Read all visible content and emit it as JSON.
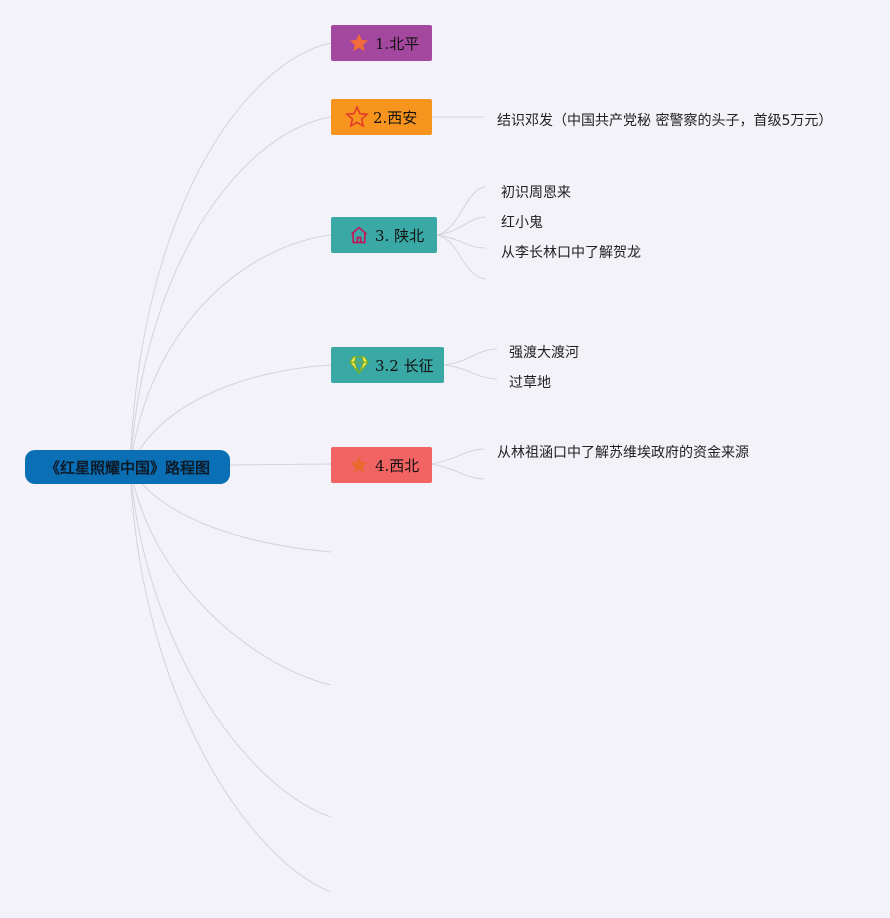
{
  "root": {
    "label": "《红星照耀中国》路程图",
    "color": "#0a6fb5"
  },
  "branches": [
    {
      "label": "1.北平",
      "color": "#a3479f",
      "icon": "star-filled-icon",
      "children": []
    },
    {
      "label": "2.西安",
      "color": "#f7941d",
      "icon": "star-outline-icon",
      "children": [
        "结识邓发（中国共产党秘 密警察的头子，首级5万元）"
      ]
    },
    {
      "label": "3. 陕北",
      "color": "#3aa8a4",
      "icon": "house-icon",
      "children": [
        "初识周恩来",
        "红小鬼",
        "从李长林口中了解贺龙"
      ]
    },
    {
      "label": "3.2 长征",
      "color": "#3aa8a4",
      "icon": "diamond-icon",
      "children": [
        "强渡大渡河",
        "过草地"
      ]
    },
    {
      "label": "4.西北",
      "color": "#f26464",
      "icon": "star-filled-icon",
      "children": [
        "从林祖涵口中了解苏维埃政府的资金来源"
      ]
    }
  ]
}
